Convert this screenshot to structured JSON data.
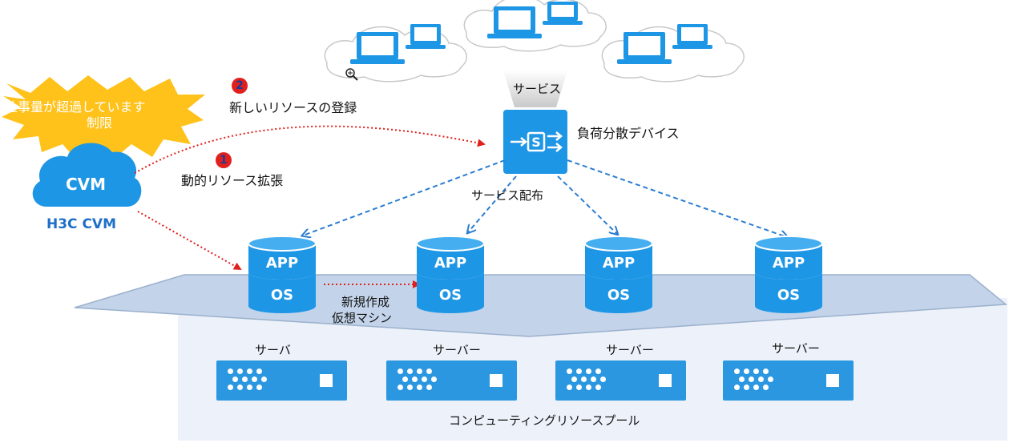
{
  "warning": {
    "line1": "仕事量が超過しています",
    "line2": "制限"
  },
  "cvm": {
    "cloud_text": "CVM",
    "product_label": "H3C CVM"
  },
  "steps": [
    {
      "number": "2",
      "label": "新しいリソースの登録",
      "color": "#e0201c"
    },
    {
      "number": "1",
      "label": "動的リソース拡張",
      "color": "#e0201c"
    }
  ],
  "service_label": "サービス",
  "load_balancer": {
    "label": "負荷分散デバイス",
    "icon_text": "S"
  },
  "distribution_label": "サービス配布",
  "vm_stacks": [
    {
      "top": "APP",
      "bottom": "OS"
    },
    {
      "top": "APP",
      "bottom": "OS"
    },
    {
      "top": "APP",
      "bottom": "OS"
    },
    {
      "top": "APP",
      "bottom": "OS"
    }
  ],
  "new_vm_label": {
    "line1": "新規作成",
    "line2": "仮想マシン"
  },
  "servers": [
    {
      "label": "サーバ"
    },
    {
      "label": "サーバー"
    },
    {
      "label": "サーバー"
    },
    {
      "label": "サーバー"
    }
  ],
  "pool_label": "コンピューティングリソースプール",
  "colors": {
    "primary_blue": "#1e96e6",
    "pool_fill": "#c3d4ea",
    "pool_bg": "#edf2fa",
    "arrow_red": "#e0201c",
    "arrow_blue": "#2c7dd2",
    "star": "#ffc21a"
  }
}
